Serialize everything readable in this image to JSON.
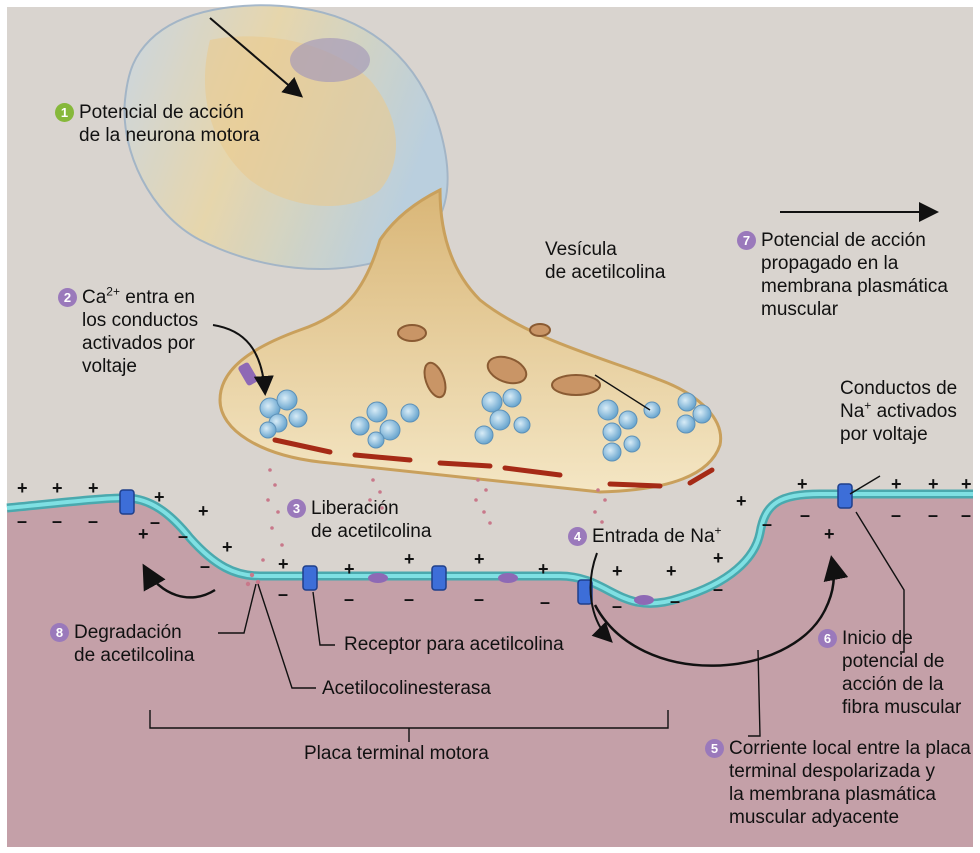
{
  "colors": {
    "background": "#d9d4cf",
    "muscle": "#c4a0a8",
    "membrane": "#62c7cc",
    "terminal": "#e6cf9e",
    "channel": "#3d6ed8",
    "vesicle": "#8fc2e0",
    "step1": "#86b83a",
    "steps": "#9a79bb",
    "cleft_red": "#a52a16"
  },
  "labels": {
    "step1": {
      "num": "1",
      "line1": "Potencial de acción",
      "line2": "de la neurona motora"
    },
    "step2": {
      "num": "2",
      "pre": "Ca",
      "sup": "2+",
      "post": " entra en",
      "line2": "los conductos",
      "line3": "activados por",
      "line4": "voltaje"
    },
    "vesicle": {
      "line1": "Vesícula",
      "line2": "de acetilcolina"
    },
    "step7": {
      "num": "7",
      "line1": "Potencial de acción",
      "line2": "propagado en la",
      "line3": "membrana plasmática",
      "line4": "muscular"
    },
    "na_channels": {
      "line1": "Conductos de",
      "pre": "Na",
      "sup": "+",
      "post": " activados",
      "line3": "por voltaje"
    },
    "step3": {
      "num": "3",
      "line1": "Liberación",
      "line2": "de acetilcolina"
    },
    "step4": {
      "num": "4",
      "pre": "Entrada de Na",
      "sup": "+"
    },
    "step8": {
      "num": "8",
      "line1": "Degradación",
      "line2": "de acetilcolina"
    },
    "receptor": "Receptor para acetilcolina",
    "acetylcholinesterase": "Acetilocolinesterasa",
    "step6": {
      "num": "6",
      "line1": "Inicio de",
      "line2": "potencial de",
      "line3": "acción de la",
      "line4": "fibra muscular"
    },
    "motor_end_plate": "Placa terminal motora",
    "step5": {
      "num": "5",
      "line1": "Corriente local entre la placa",
      "line2": "terminal despolarizada y",
      "line3": "la membrana plasmática",
      "line4": "muscular adyacente"
    }
  },
  "signs": {
    "plus": "+",
    "minus": "–"
  }
}
